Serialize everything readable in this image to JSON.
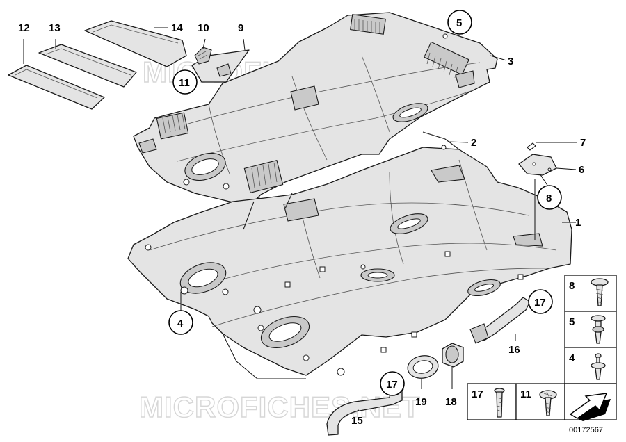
{
  "watermark": "MICROFICHES.NET",
  "document_number": "00172567",
  "callouts": {
    "c1": "1",
    "c2": "2",
    "c3": "3",
    "c4": "4",
    "c5": "5",
    "c6": "6",
    "c7": "7",
    "c8": "8",
    "c9": "9",
    "c10": "10",
    "c11": "11",
    "c12": "12",
    "c13": "13",
    "c14": "14",
    "c15": "15",
    "c16": "16",
    "c17a": "17",
    "c17b": "17",
    "c18": "18",
    "c19": "19"
  },
  "legend": {
    "r8": "8",
    "r5": "5",
    "r4": "4",
    "r17": "17",
    "r11": "11"
  }
}
